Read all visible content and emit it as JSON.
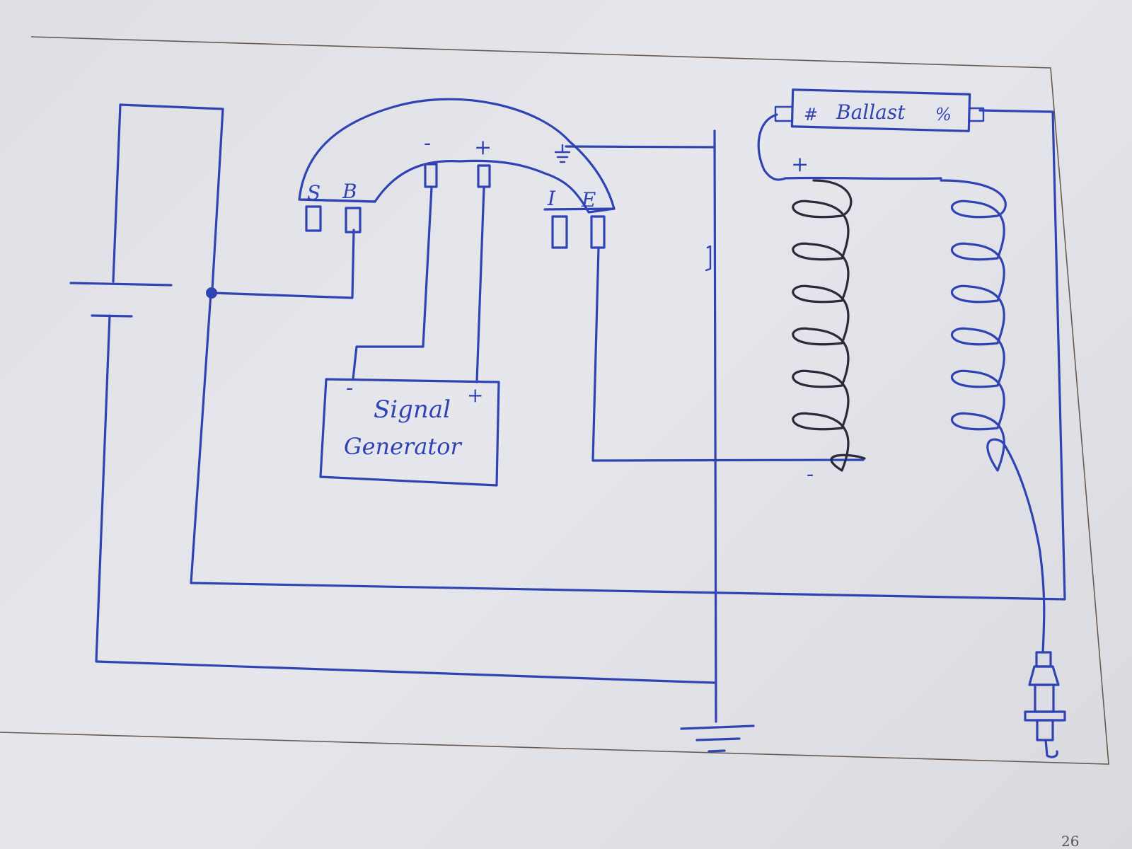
{
  "labels": {
    "module_s": "S",
    "module_b": "B",
    "module_i": "I",
    "module_e": "E",
    "module_minus": "-",
    "module_plus": "+",
    "signal_gen_line1": "Signal",
    "signal_gen_line2": "Generator",
    "signal_gen_minus": "-",
    "signal_gen_plus": "+",
    "ballast": "Ballast",
    "coil_plus": "+",
    "coil_minus": "-",
    "page_number": "26"
  },
  "colors": {
    "ink": "#2f43b4",
    "coil_primary": "#2a2a3a",
    "paper": "#e2e3e8"
  },
  "icons": {
    "battery": "battery-icon",
    "ground": "ground-icon",
    "spark_plug": "spark-plug-icon",
    "ignition_module": "ignition-module-icon",
    "ignition_coil": "ignition-coil-icon"
  }
}
